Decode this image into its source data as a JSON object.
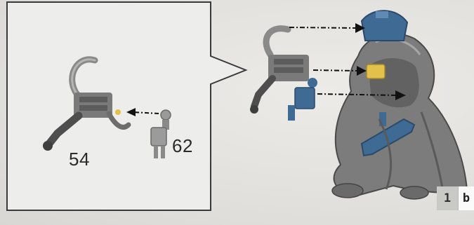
{
  "callout": {
    "part_labels": [
      "54",
      "62"
    ]
  },
  "step": {
    "number": "1",
    "sub": "b"
  },
  "colors": {
    "background": "#e6e6e4",
    "callout_fill": "#ededeb",
    "part_gray": "#8a8a8a",
    "part_blue": "#3f6a94",
    "accent_yellow": "#e2c24a",
    "arrow_black": "#111111"
  },
  "icons": [
    "arm-part-icon",
    "connector-part-icon",
    "figure-assembly-icon",
    "arrow-icon"
  ]
}
